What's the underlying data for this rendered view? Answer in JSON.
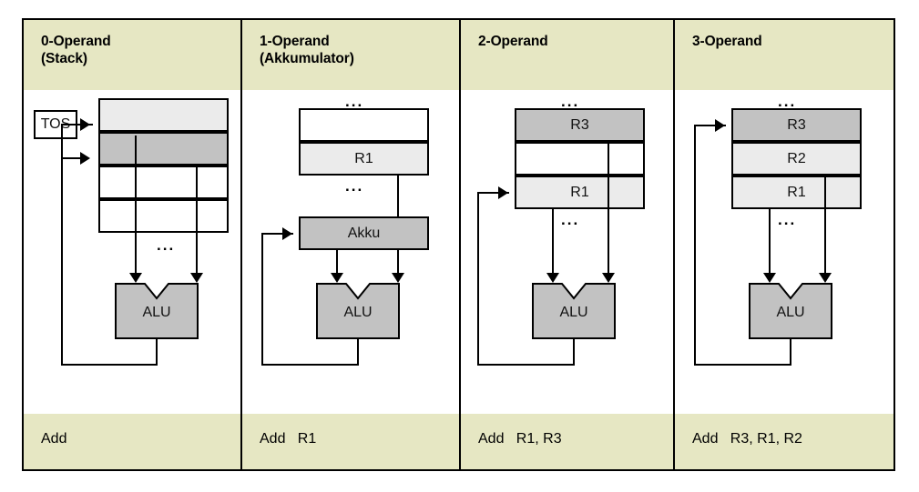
{
  "diagram": {
    "title_hidden": "",
    "colors": {
      "header_bg": "#e6e7c3",
      "footer_bg": "#e6e7c3",
      "light_gray": "#ebebeb",
      "dark_gray": "#c2c2c2",
      "line": "#000000",
      "page_bg": "#ffffff"
    },
    "columns": [
      {
        "id": "zero-operand",
        "header_line1": "0-Operand",
        "header_line2": "(Stack)",
        "instruction": "Add",
        "alu_label": "ALU",
        "pointer_label": "TOS",
        "ellipsis": "...",
        "cells": [
          {
            "label": "",
            "shade": "light"
          },
          {
            "label": "",
            "shade": "dark"
          },
          {
            "label": "",
            "shade": "white"
          },
          {
            "label": "",
            "shade": "white"
          }
        ]
      },
      {
        "id": "one-operand",
        "header_line1": "1-Operand",
        "header_line2": "(Akkumulator)",
        "instruction": "Add   R1",
        "alu_label": "ALU",
        "accumulator_label": "Akku",
        "ellipsis": "...",
        "cells": [
          {
            "label": "",
            "shade": "white"
          },
          {
            "label": "R1",
            "shade": "light"
          }
        ]
      },
      {
        "id": "two-operand",
        "header_line1": "2-Operand",
        "header_line2": "",
        "instruction": "Add   R1, R3",
        "alu_label": "ALU",
        "ellipsis": "...",
        "cells": [
          {
            "label": "R3",
            "shade": "dark"
          },
          {
            "label": "",
            "shade": "white"
          },
          {
            "label": "R1",
            "shade": "light"
          }
        ]
      },
      {
        "id": "three-operand",
        "header_line1": "3-Operand",
        "header_line2": "",
        "instruction": "Add   R3, R1, R2",
        "alu_label": "ALU",
        "ellipsis": "...",
        "cells": [
          {
            "label": "R3",
            "shade": "dark"
          },
          {
            "label": "R2",
            "shade": "light"
          },
          {
            "label": "R1",
            "shade": "light"
          }
        ]
      }
    ]
  }
}
